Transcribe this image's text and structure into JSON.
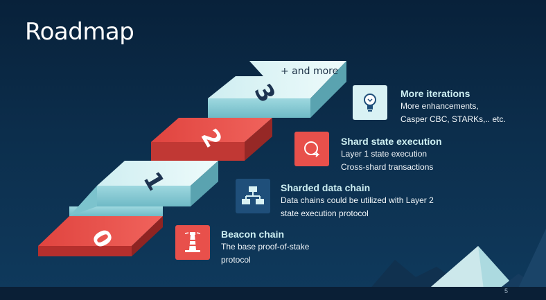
{
  "slide": {
    "title": "Roadmap",
    "page_number": "5",
    "more_label": "+ and more",
    "steps": [
      {
        "number": "0"
      },
      {
        "number": "1"
      },
      {
        "number": "2"
      },
      {
        "number": "3"
      }
    ],
    "items": [
      {
        "title": "More iterations",
        "desc_line1": "More enhancements,",
        "desc_line2": "Casper CBC, STARKs,.. etc.",
        "icon": "lightbulb-icon",
        "color": "#d9f2f4"
      },
      {
        "title": "Shard state execution",
        "desc_line1": "Layer 1 state execution",
        "desc_line2": "Cross-shard transactions",
        "icon": "cycle-arrow-icon",
        "color": "#e8504b"
      },
      {
        "title": "Sharded data chain",
        "desc_line1": "Data chains could be utilized with Layer 2",
        "desc_line2": "state execution protocol",
        "icon": "sitemap-icon",
        "color": "#1f4f7a"
      },
      {
        "title": "Beacon chain",
        "desc_line1": "The base proof-of-stake",
        "desc_line2": "protocol",
        "icon": "lighthouse-icon",
        "color": "#e8504b"
      }
    ]
  }
}
